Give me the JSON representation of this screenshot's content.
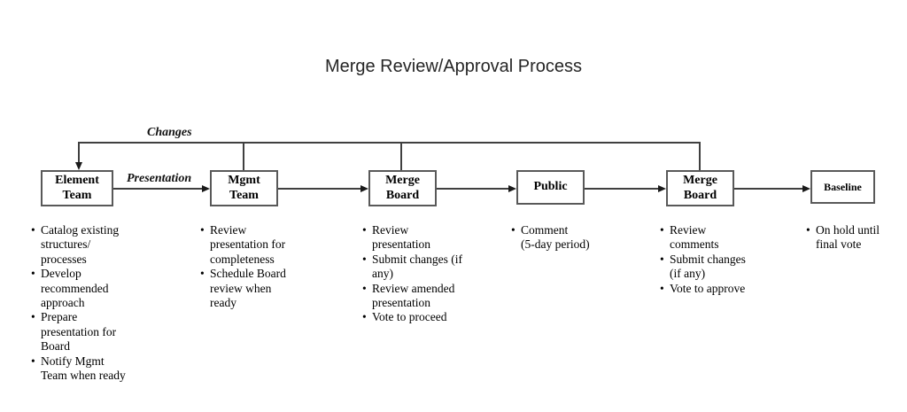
{
  "title": "Merge Review/Approval Process",
  "edge_labels": {
    "changes": "Changes",
    "presentation": "Presentation"
  },
  "colors": {
    "line": "#404040",
    "box_border": "#595959",
    "text": "#000000",
    "title_text": "#262626"
  },
  "nodes": [
    {
      "label": "Element\nTeam",
      "bullets": [
        "Catalog existing\nstructures/\nprocesses",
        "Develop\nrecommended\napproach",
        "Prepare\npresentation for\nBoard",
        "Notify Mgmt\nTeam when ready"
      ]
    },
    {
      "label": "Mgmt\nTeam",
      "bullets": [
        "Review\npresentation for\ncompleteness",
        "Schedule Board\nreview when\nready"
      ]
    },
    {
      "label": "Merge\nBoard",
      "bullets": [
        "Review\npresentation",
        "Submit changes (if\nany)",
        "Review amended\npresentation",
        "Vote to proceed"
      ]
    },
    {
      "label": "Public",
      "bullets": [
        "Comment\n(5-day period)"
      ]
    },
    {
      "label": "Merge\nBoard",
      "bullets": [
        "Review\ncomments",
        "Submit changes\n(if any)",
        "Vote to approve"
      ]
    },
    {
      "label": "Baseline",
      "bullets": [
        "On hold until\nfinal vote"
      ]
    }
  ]
}
